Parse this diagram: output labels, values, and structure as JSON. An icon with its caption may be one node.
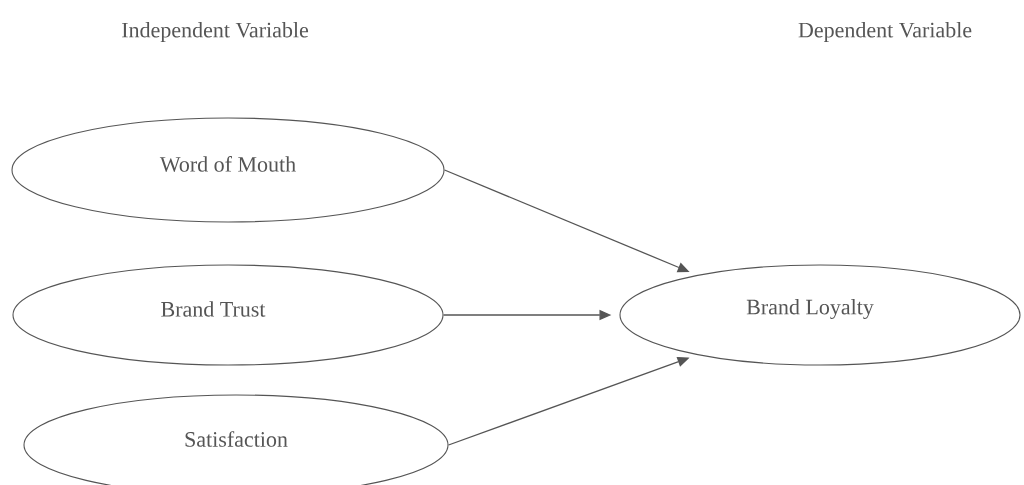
{
  "diagram": {
    "nodes": [
      {
        "text": [
          "Word of Mouth"
        ]
      },
      {
        "text": [
          "Brand Trust"
        ]
      },
      {
        "text": [
          "Satisfaction"
        ]
      },
      {
        "text": [
          "Brand Loyalty"
        ]
      }
    ],
    "edges": [
      {
        "from": 0,
        "to": 3,
        "arrow": "to"
      },
      {
        "from": 1,
        "to": 3,
        "arrow": "to"
      },
      {
        "from": 2,
        "to": 3,
        "arrow": "to"
      }
    ],
    "labels": [
      "Independent Variable",
      "Dependent Variable"
    ]
  }
}
